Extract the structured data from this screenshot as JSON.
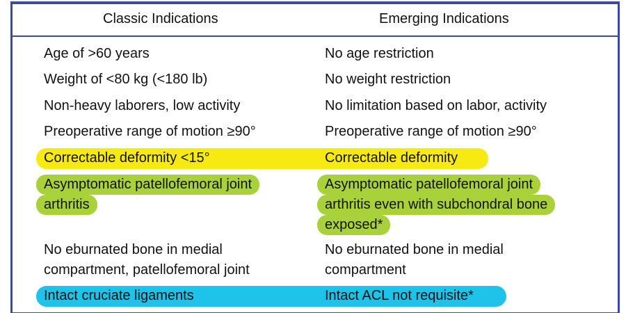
{
  "headers": {
    "classic": "Classic Indications",
    "emerging": "Emerging Indications"
  },
  "rows": [
    {
      "classic": [
        "Age of >60 years"
      ],
      "emerging": [
        "No age restriction"
      ]
    },
    {
      "classic": [
        "Weight of <80 kg (<180 lb)"
      ],
      "emerging": [
        "No weight restriction"
      ]
    },
    {
      "classic": [
        "Non-heavy laborers, low activity"
      ],
      "emerging": [
        "No limitation based on labor, activity"
      ]
    },
    {
      "classic": [
        "Preoperative range of motion ≥90°"
      ],
      "emerging": [
        "Preoperative range of motion ≥90°"
      ]
    },
    {
      "classic": [
        "Correctable deformity <15°"
      ],
      "emerging": [
        "Correctable deformity"
      ],
      "highlight": "#f6ea12"
    },
    {
      "classic": [
        "Asymptomatic patellofemoral joint",
        "arthritis"
      ],
      "emerging": [
        "Asymptomatic patellofemoral joint",
        "arthritis even with subchondral bone",
        "exposed*"
      ],
      "highlight": "#a8d13a"
    },
    {
      "classic": [
        "No eburnated bone in medial",
        "compartment, patellofemoral joint"
      ],
      "emerging": [
        "No eburnated bone in medial",
        "compartment"
      ]
    },
    {
      "classic": [
        "Intact cruciate ligaments"
      ],
      "emerging": [
        "Intact ACL not requisite*"
      ],
      "highlight": "#1fc2e8"
    }
  ]
}
